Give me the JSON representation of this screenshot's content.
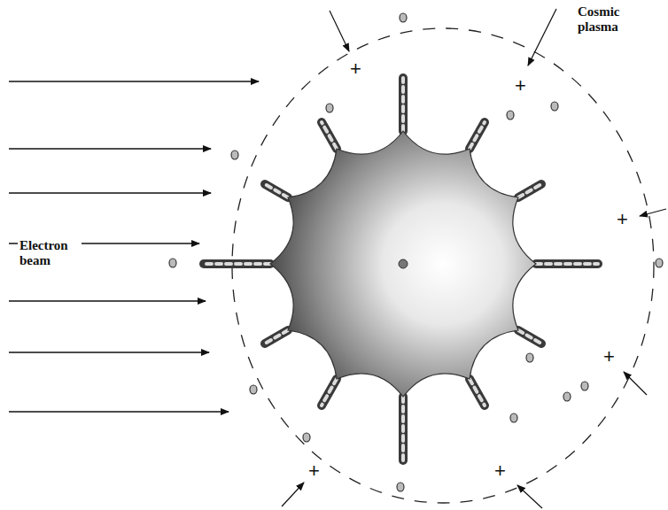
{
  "diagram": {
    "labels": [
      "Cosmic plasma",
      "Electron beam",
      "+",
      "+",
      "+",
      "+",
      "+",
      "+"
    ]
  }
}
